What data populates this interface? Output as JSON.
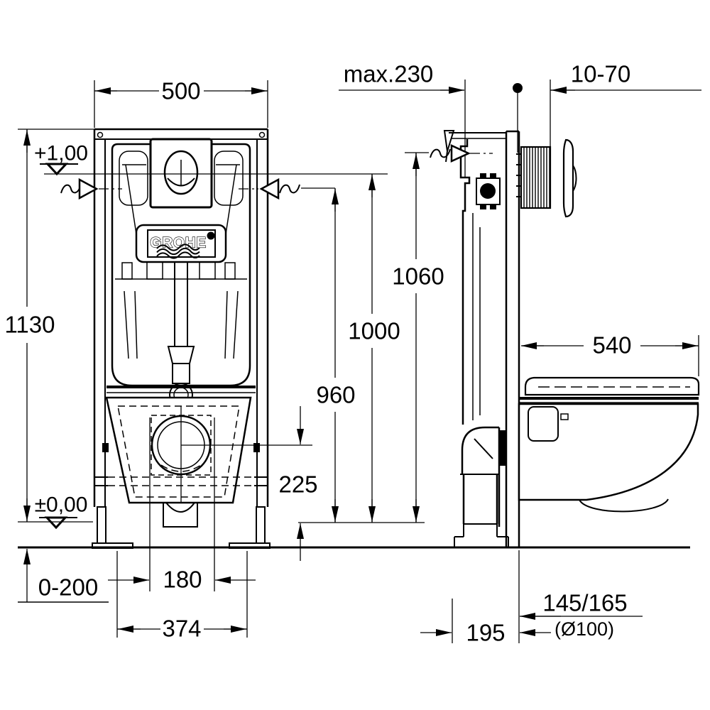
{
  "meta": {
    "title": "GROHE concealed cistern and WC frame installation drawing"
  },
  "brand": {
    "logo": "GROHE"
  },
  "front_view": {
    "width": "500",
    "height_total": "1130",
    "level_top": "+1,00",
    "level_floor": "±0,00",
    "height_frame_top": "1060",
    "height_actuation_center": "1000",
    "height_section_line": "960",
    "height_outlet_center": "225",
    "floor_depth_range": "0-200",
    "bolt_spacing": "180",
    "support_span": "374"
  },
  "side_view": {
    "depth_max": "max.230",
    "finished_wall_range": "10-70",
    "seat_depth": "540",
    "outlet_floor_offset": "195",
    "outlet_connection": "145/165",
    "outlet_pipe_dia": "(Ø100)"
  }
}
